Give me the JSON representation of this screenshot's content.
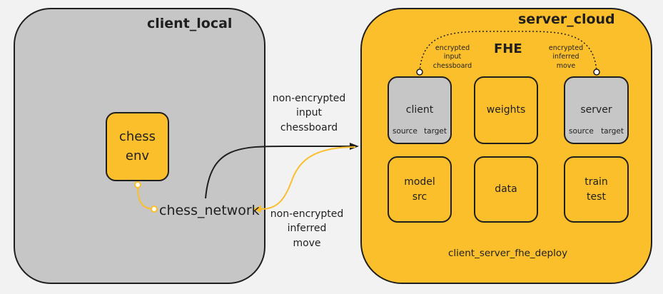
{
  "client_local": {
    "title": "client_local",
    "chess_env_label": "chess\nenv",
    "chess_network_label": "chess_network"
  },
  "server_cloud": {
    "title": "server_cloud",
    "fhe_label": "FHE",
    "deploy_label": "client_server_fhe_deploy",
    "client_node": {
      "label": "client",
      "source": "source",
      "target": "target"
    },
    "server_node": {
      "label": "server",
      "source": "source",
      "target": "target"
    },
    "weights_label": "weights",
    "model_src_label": "model\nsrc",
    "data_label": "data",
    "train_test_label": "train\ntest",
    "encrypted_input_label": "encrypted\ninput\nchessboard",
    "encrypted_move_label": "encrypted\ninferred\nmove"
  },
  "edges": {
    "input_label": "non-encrypted\ninput\nchessboard",
    "move_label": "non-encrypted\ninferred\nmove"
  },
  "colors": {
    "client_panel": "#c6c6c6",
    "server_panel": "#fbbf2c",
    "orange_edge": "#fbbf2c",
    "dark_edge": "#1f1f1f",
    "background": "#f2f2f2"
  }
}
